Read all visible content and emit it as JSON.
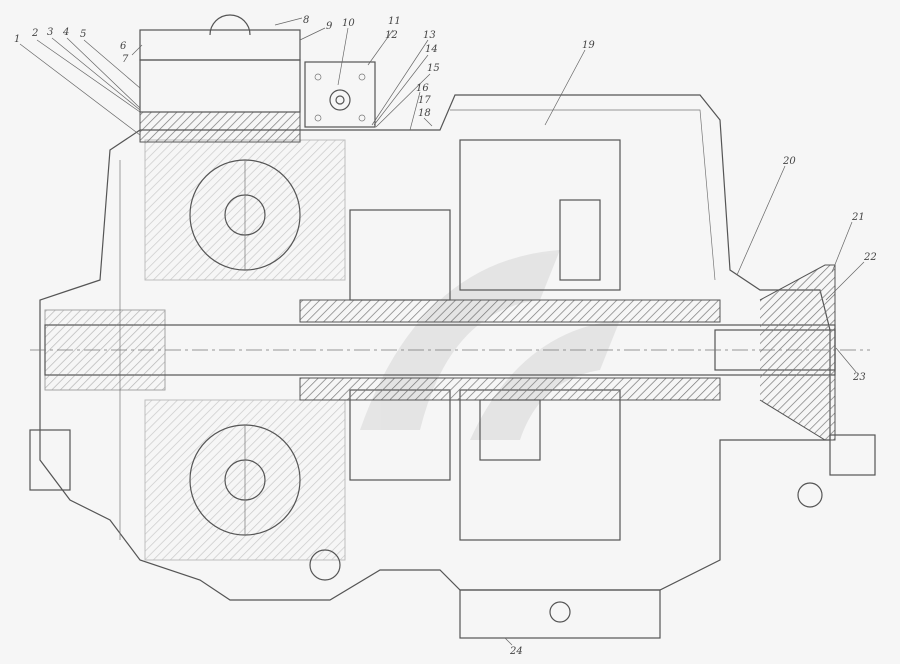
{
  "drawing": {
    "callouts": [
      "1",
      "2",
      "3",
      "4",
      "5",
      "6",
      "7",
      "8",
      "9",
      "10",
      "11",
      "12",
      "13",
      "14",
      "15",
      "16",
      "17",
      "18",
      "19",
      "20",
      "21",
      "22",
      "23",
      "24"
    ]
  }
}
